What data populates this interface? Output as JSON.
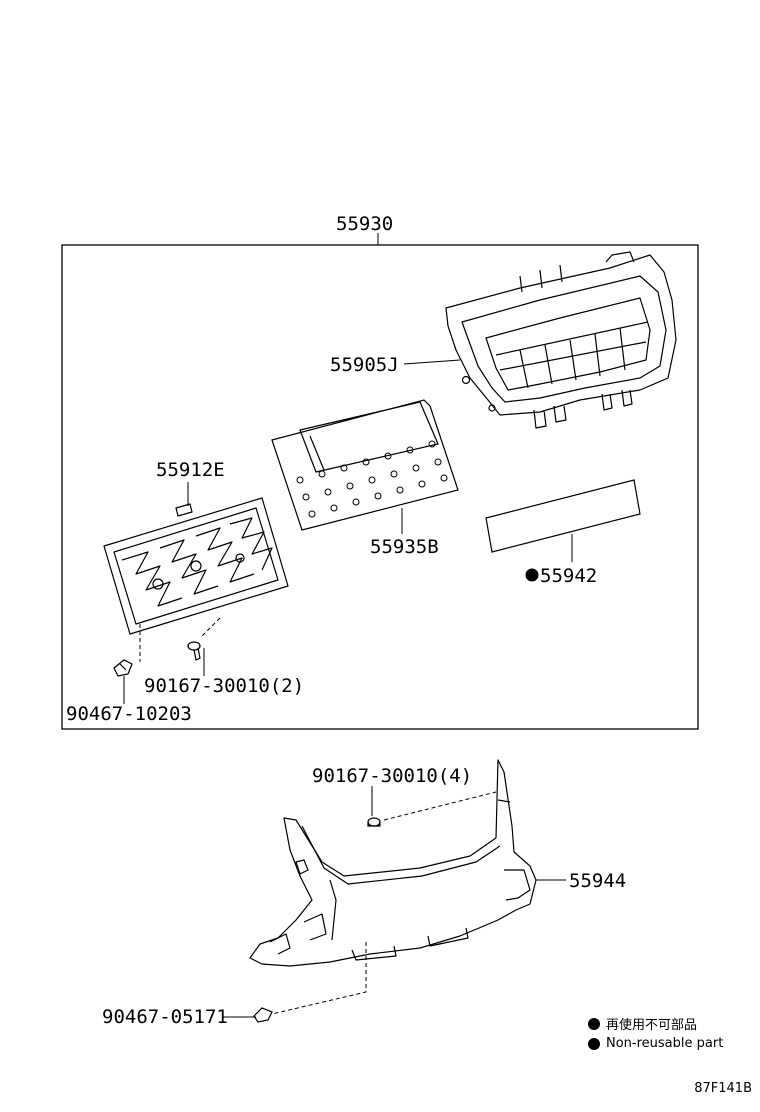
{
  "parts": {
    "assembly": "55930",
    "panel_upper": "55905J",
    "bracket": "55912E",
    "switch_board": "55935B",
    "label_plate": "55942",
    "screw_a": "90167-30010(2)",
    "clip_a": "90467-10203",
    "screw_b": "90167-30010(4)",
    "lower_panel": "55944",
    "clip_b": "90467-05171"
  },
  "legend": {
    "japanese": "再使用不可部品",
    "english": "Non-reusable part"
  },
  "figure_code": "87F141B",
  "colors": {
    "ink": "#000000",
    "background": "#ffffff"
  },
  "icons": {
    "non_reusable_marker": "filled-circle-icon"
  }
}
